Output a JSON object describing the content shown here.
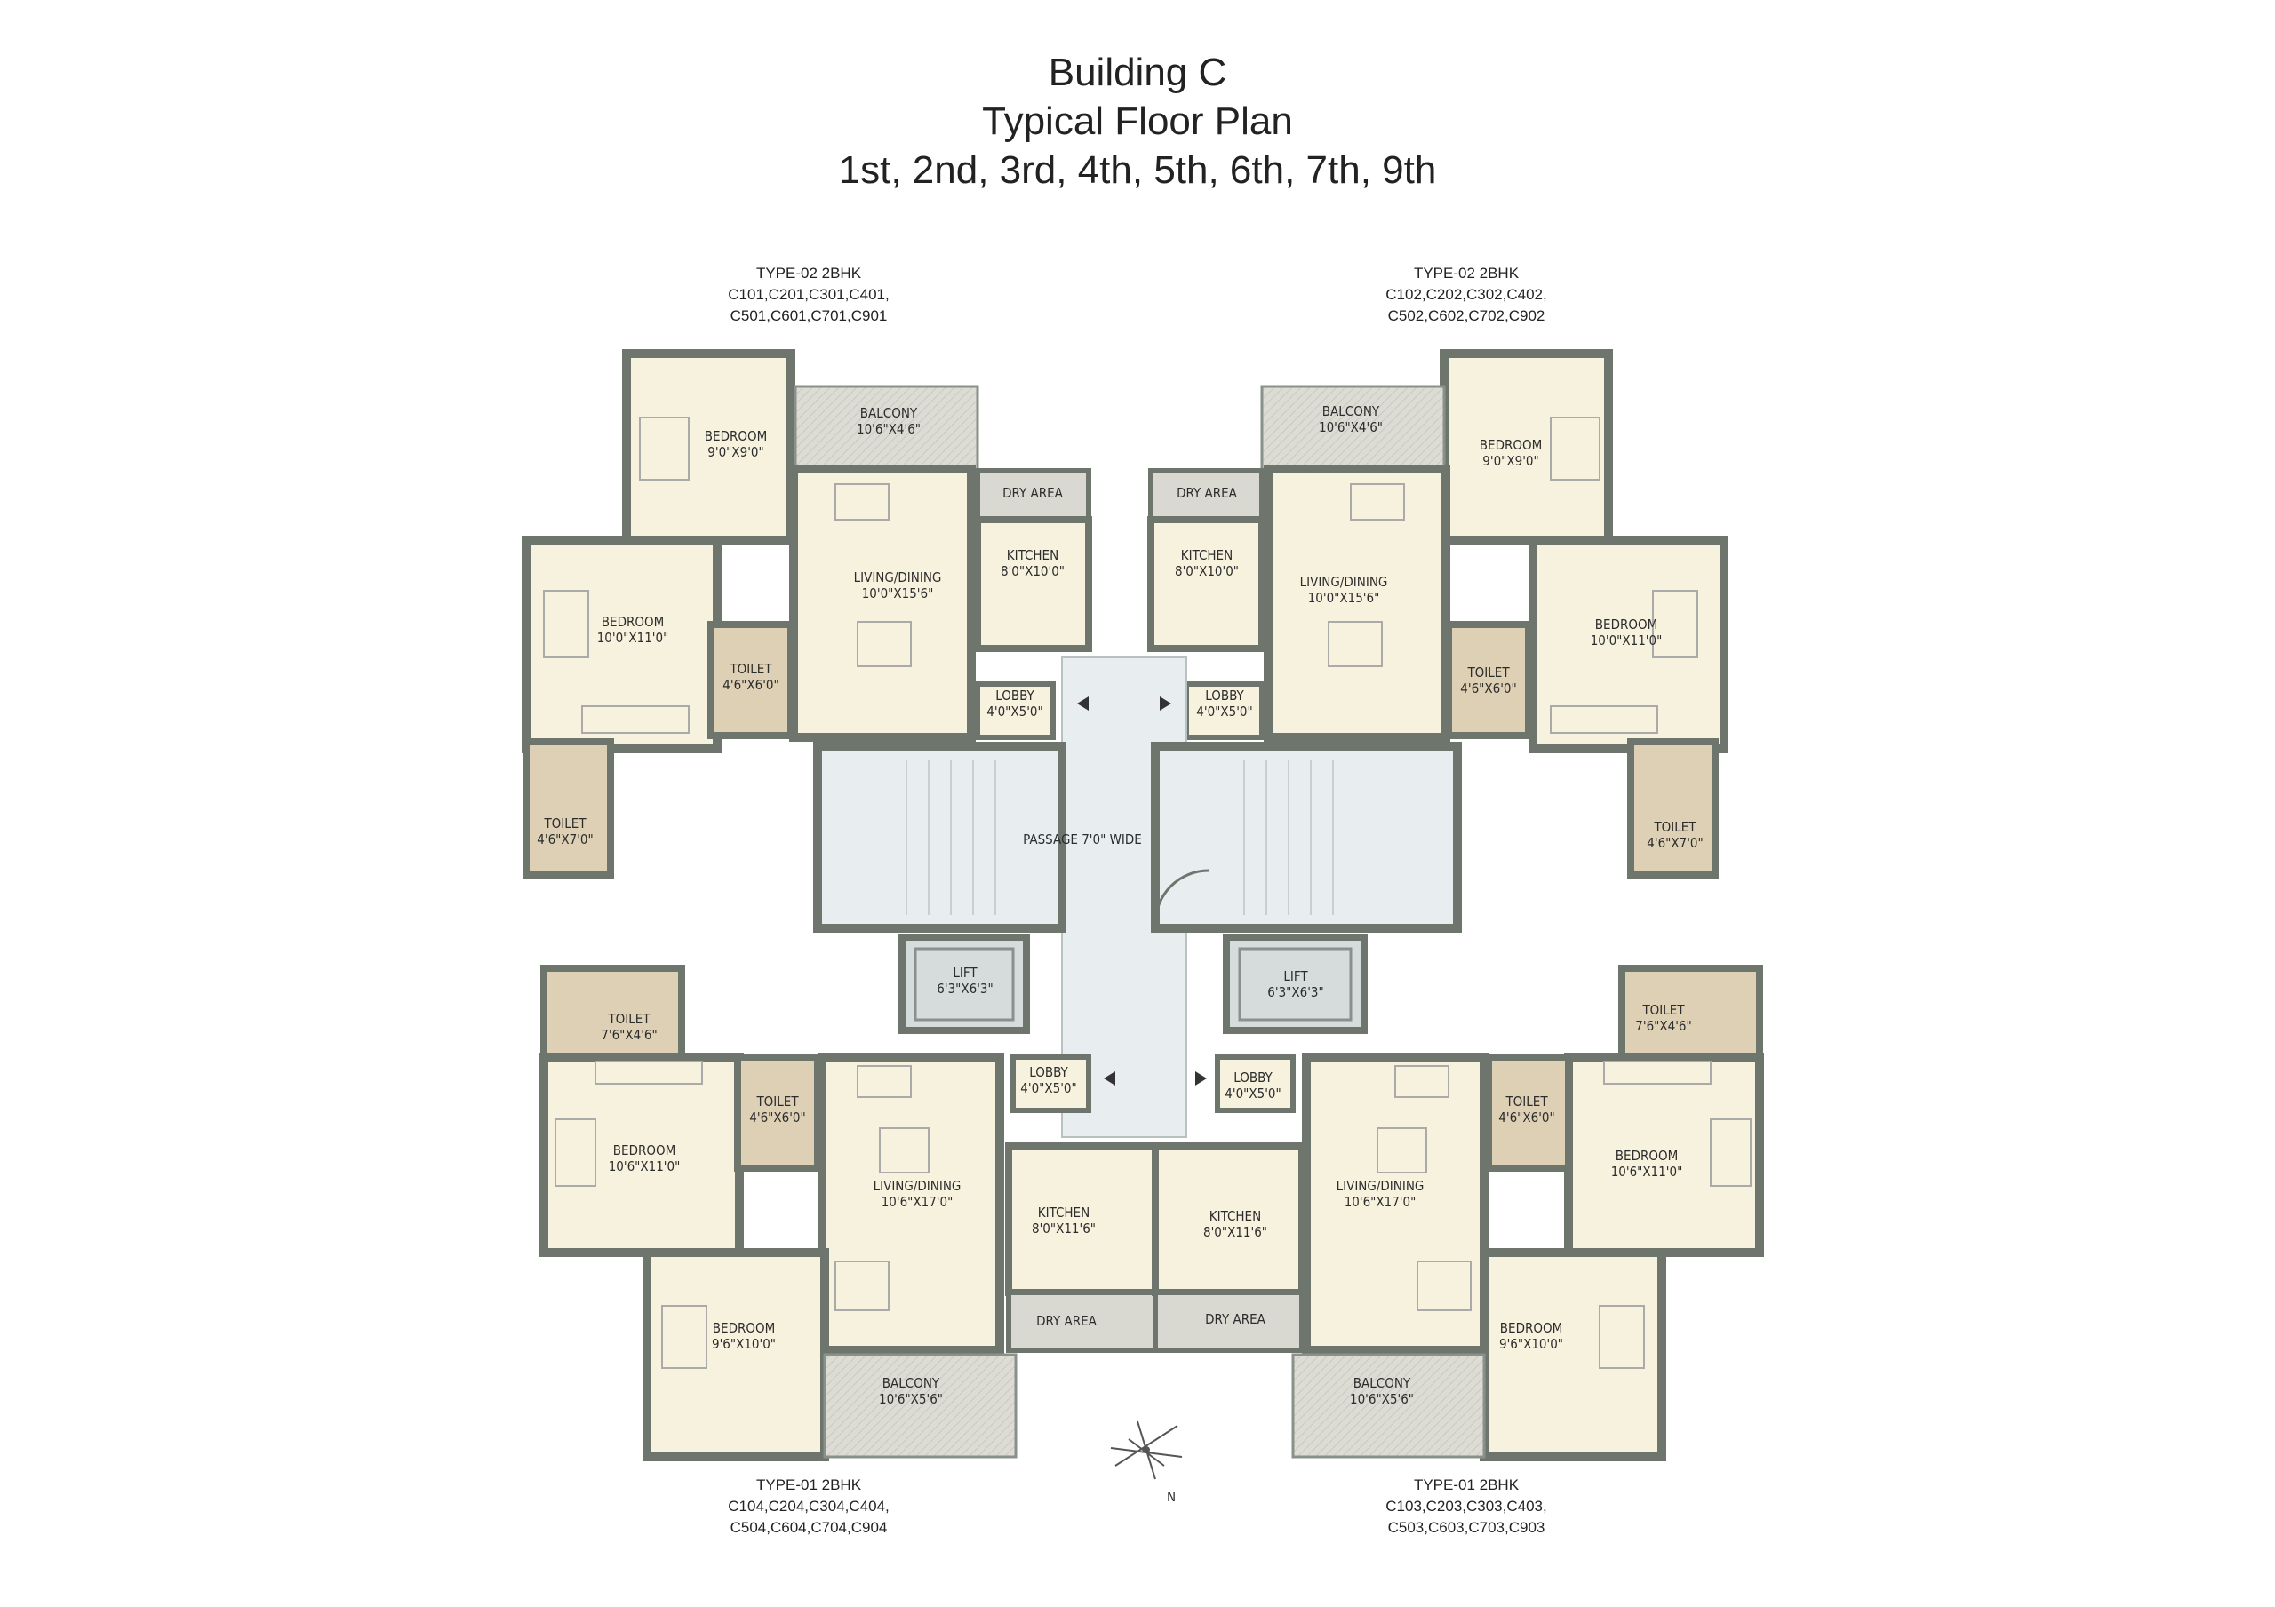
{
  "title": {
    "line1": "Building C",
    "line2": "Typical Floor Plan",
    "line3": "1st, 2nd, 3rd, 4th, 5th, 6th, 7th, 9th"
  },
  "units": {
    "top_left": {
      "type": "TYPE-02 2BHK",
      "nums1": "C101,C201,C301,C401,",
      "nums2": "C501,C601,C701,C901"
    },
    "top_right": {
      "type": "TYPE-02 2BHK",
      "nums1": "C102,C202,C302,C402,",
      "nums2": "C502,C602,C702,C902"
    },
    "bottom_left": {
      "type": "TYPE-01 2BHK",
      "nums1": "C104,C204,C304,C404,",
      "nums2": "C504,C604,C704,C904"
    },
    "bottom_right": {
      "type": "TYPE-01 2BHK",
      "nums1": "C103,C203,C303,C403,",
      "nums2": "C503,C603,C703,C903"
    }
  },
  "rooms": {
    "bedroom": "BEDROOM",
    "balcony": "BALCONY",
    "living": "LIVING/DINING",
    "kitchen": "KITCHEN",
    "dry_area": "DRY AREA",
    "toilet": "TOILET",
    "lobby": "LOBBY",
    "lift": "LIFT",
    "passage": "PASSAGE 7'0\" WIDE",
    "tl_bed1": "9'0\"X9'0\"",
    "tl_balcony": "10'6\"X4'6\"",
    "tl_bed2": "10'0\"X11'0\"",
    "tl_living": "10'0\"X15'6\"",
    "tl_kitchen": "8'0\"X10'0\"",
    "tl_toilet1": "4'6\"X6'0\"",
    "tl_toilet2": "4'6\"X7'0\"",
    "lobby_size": "4'0\"X5'0\"",
    "lift_size": "6'3\"X6'3\"",
    "bl_toilet1": "7'6\"X4'6\"",
    "bl_toilet2": "4'6\"X6'0\"",
    "bl_bed1": "10'6\"X11'0\"",
    "bl_living": "10'6\"X17'0\"",
    "bl_kitchen": "8'0\"X11'6\"",
    "bl_bed2": "9'6\"X10'0\"",
    "bl_balcony": "10'6\"X5'6\"",
    "north": "N"
  }
}
